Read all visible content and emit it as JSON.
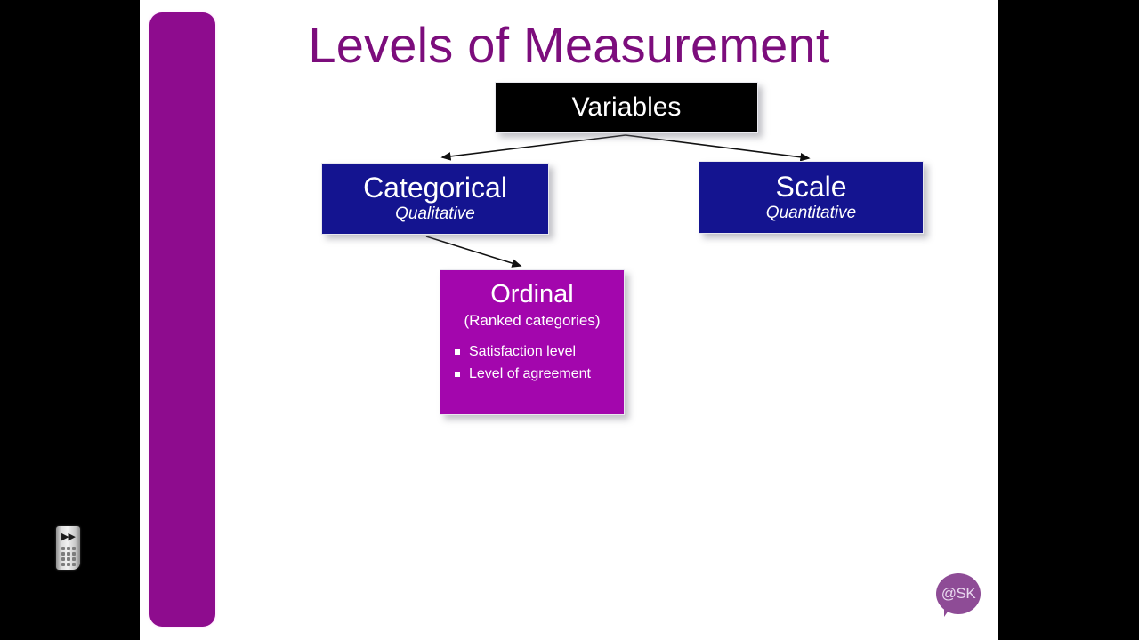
{
  "slide": {
    "title": "Levels of Measurement",
    "title_color": "#7C0D7C",
    "background_color": "#FFFFFF",
    "letterbox_color": "#000000",
    "sidebar_bar_color": "#8E0C8E"
  },
  "diagram_nodes": {
    "root": {
      "label": "Variables",
      "background": "#000000",
      "text_color": "#FFFFFF"
    },
    "categorical": {
      "label": "Categorical",
      "subtitle": "Qualitative",
      "background": "#141490",
      "text_color": "#FFFFFF"
    },
    "scale": {
      "label": "Scale",
      "subtitle": "Quantitative",
      "background": "#141490",
      "text_color": "#FFFFFF"
    },
    "ordinal": {
      "label": "Ordinal",
      "subtitle": "(Ranked categories)",
      "background": "#A306AD",
      "text_color": "#FFFFFF",
      "bullets": [
        "Satisfaction level",
        "Level of agreement"
      ]
    }
  },
  "connectors": [
    {
      "from": "Variables",
      "to": "Categorical"
    },
    {
      "from": "Variables",
      "to": "Scale"
    },
    {
      "from": "Categorical",
      "to": "Ordinal"
    }
  ],
  "watermark": {
    "label": "@SK",
    "color": "#8E4C96"
  },
  "player_control": {
    "icon": "fast-forward-remote-icon",
    "glyph": "▶▶"
  }
}
